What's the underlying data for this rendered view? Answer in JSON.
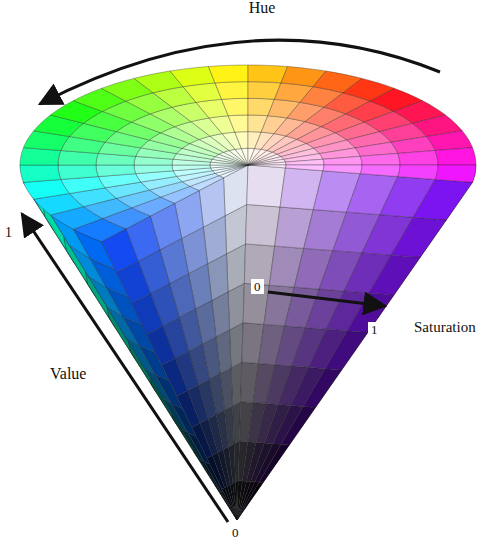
{
  "diagram": {
    "labels": [
      "Hue",
      "1",
      "Value",
      "0",
      "0",
      "1",
      "Saturation"
    ]
  }
}
